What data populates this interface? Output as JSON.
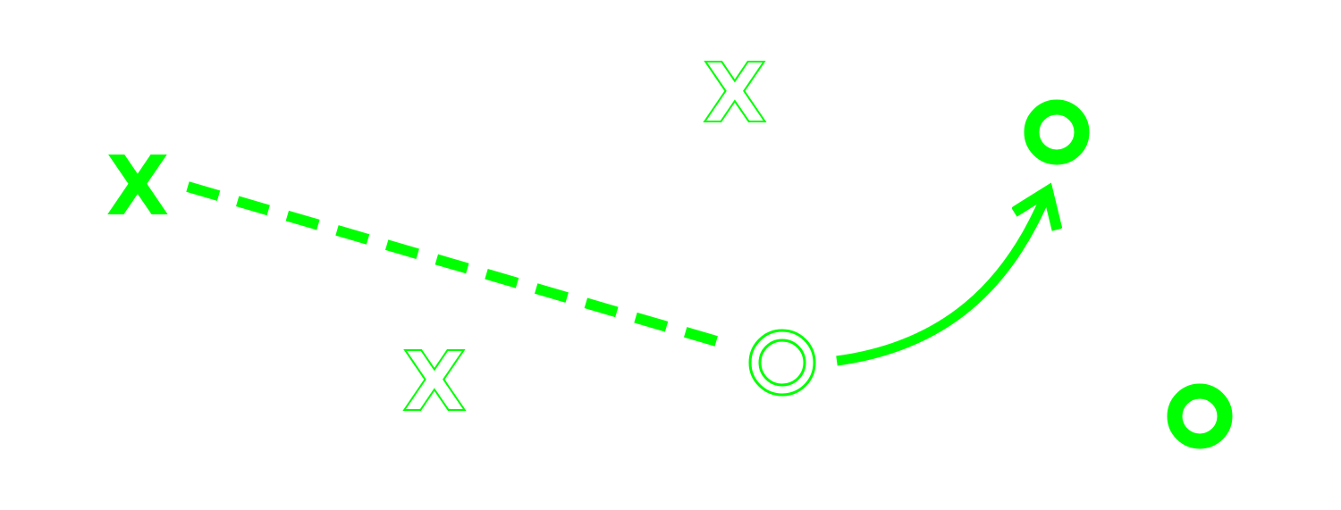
{
  "diagram": {
    "accent_color": "#00ff00",
    "markers": {
      "player_x_solid": "X",
      "defender_x_outline_top": "X",
      "defender_x_outline_bottom": "X",
      "player_o_solid_top": "O",
      "player_o_solid_bottom": "O"
    },
    "paths": {
      "pass": "dashed",
      "route": "arrow"
    }
  }
}
